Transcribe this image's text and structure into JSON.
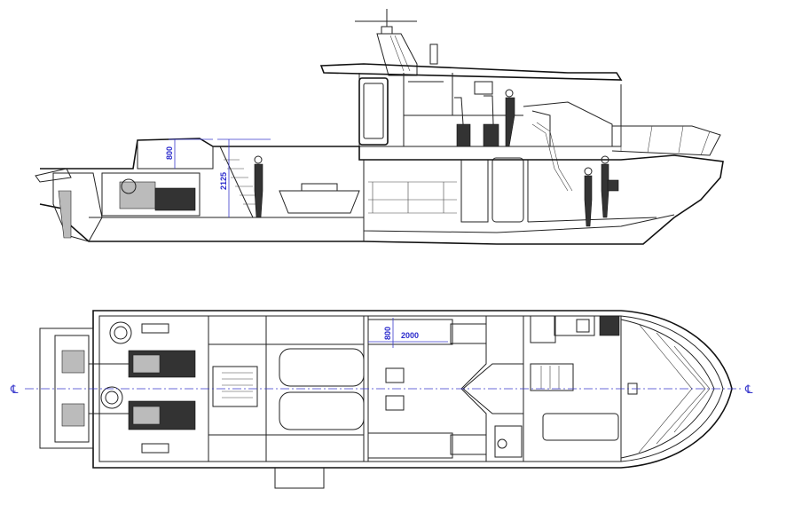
{
  "drawing": {
    "side_view": {
      "dimensions": {
        "deck_headroom": "800",
        "engine_room_height": "2125"
      }
    },
    "plan_view": {
      "dimensions": {
        "berth_width": "800",
        "berth_length": "2000"
      },
      "centerline_symbol": "℄"
    },
    "colors": {
      "line": "#222222",
      "dimension": "#3a3acc"
    }
  }
}
